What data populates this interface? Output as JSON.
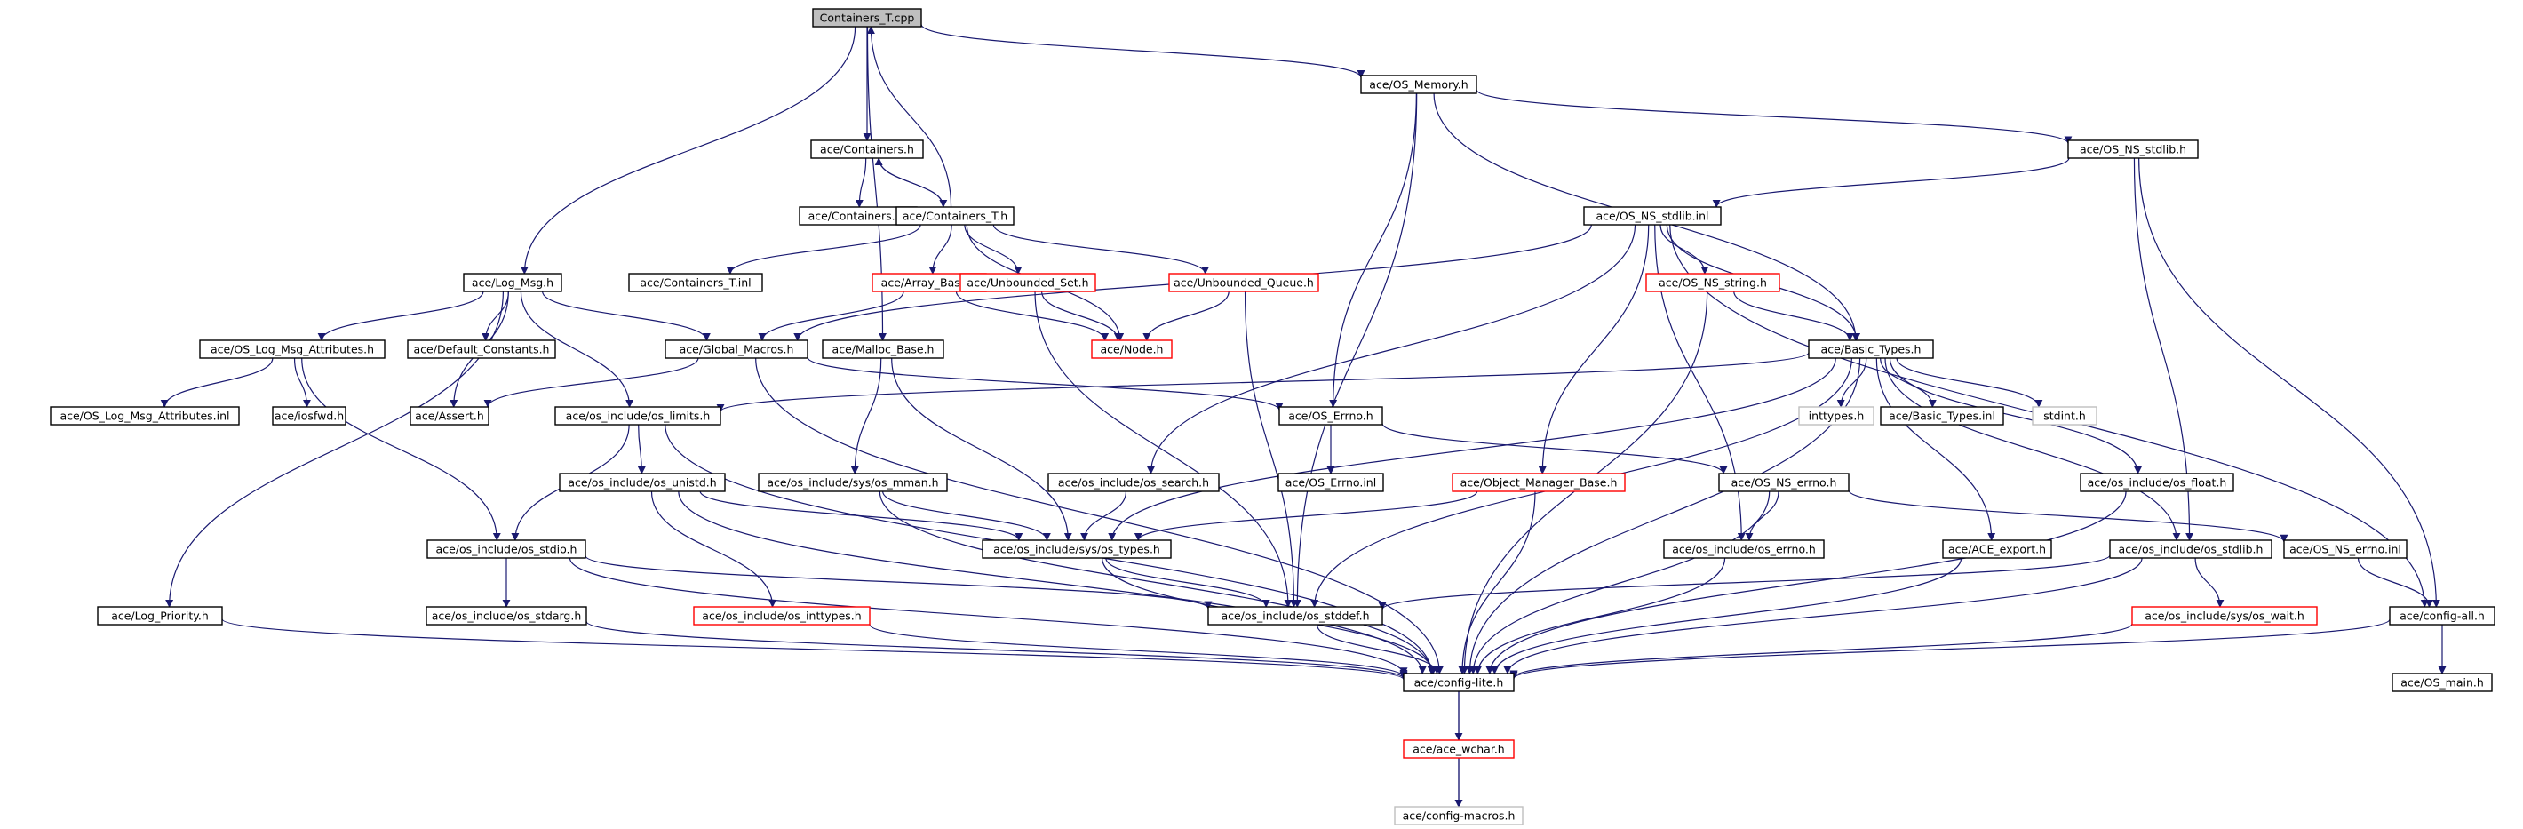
{
  "colors": {
    "edge": "#191970",
    "root_fill": "#bfbfbf",
    "normal_border": "#000000",
    "truncated_border": "#ff0000",
    "external_border": "#bfbfbf",
    "background": "#ffffff"
  },
  "nodes": [
    {
      "id": "containers_t_cpp",
      "label": "Containers_T.cpp",
      "kind": "root"
    },
    {
      "id": "os_memory_h",
      "label": "ace/OS_Memory.h",
      "kind": "normal"
    },
    {
      "id": "containers_h",
      "label": "ace/Containers.h",
      "kind": "normal"
    },
    {
      "id": "os_ns_stdlib_h",
      "label": "ace/OS_NS_stdlib.h",
      "kind": "normal"
    },
    {
      "id": "containers_inl",
      "label": "ace/Containers.inl",
      "kind": "normal"
    },
    {
      "id": "containers_t_h",
      "label": "ace/Containers_T.h",
      "kind": "normal"
    },
    {
      "id": "os_ns_stdlib_inl",
      "label": "ace/OS_NS_stdlib.inl",
      "kind": "normal"
    },
    {
      "id": "log_msg_h",
      "label": "ace/Log_Msg.h",
      "kind": "normal"
    },
    {
      "id": "containers_t_inl",
      "label": "ace/Containers_T.inl",
      "kind": "normal"
    },
    {
      "id": "array_base_h",
      "label": "ace/Array_Base.h",
      "kind": "truncated"
    },
    {
      "id": "unbounded_set_h",
      "label": "ace/Unbounded_Set.h",
      "kind": "truncated"
    },
    {
      "id": "unbounded_queue_h",
      "label": "ace/Unbounded_Queue.h",
      "kind": "truncated"
    },
    {
      "id": "os_ns_string_h",
      "label": "ace/OS_NS_string.h",
      "kind": "truncated"
    },
    {
      "id": "os_log_msg_attributes_h",
      "label": "ace/OS_Log_Msg_Attributes.h",
      "kind": "normal"
    },
    {
      "id": "default_constants_h",
      "label": "ace/Default_Constants.h",
      "kind": "normal"
    },
    {
      "id": "global_macros_h",
      "label": "ace/Global_Macros.h",
      "kind": "normal"
    },
    {
      "id": "malloc_base_h",
      "label": "ace/Malloc_Base.h",
      "kind": "normal"
    },
    {
      "id": "node_h",
      "label": "ace/Node.h",
      "kind": "truncated"
    },
    {
      "id": "basic_types_h",
      "label": "ace/Basic_Types.h",
      "kind": "normal"
    },
    {
      "id": "os_log_msg_attributes_inl",
      "label": "ace/OS_Log_Msg_Attributes.inl",
      "kind": "normal"
    },
    {
      "id": "iosfwd_h",
      "label": "ace/iosfwd.h",
      "kind": "normal"
    },
    {
      "id": "assert_h",
      "label": "ace/Assert.h",
      "kind": "normal"
    },
    {
      "id": "os_limits_h",
      "label": "ace/os_include/os_limits.h",
      "kind": "normal"
    },
    {
      "id": "os_errno_h",
      "label": "ace/OS_Errno.h",
      "kind": "normal"
    },
    {
      "id": "inttypes_h",
      "label": "inttypes.h",
      "kind": "external"
    },
    {
      "id": "basic_types_inl",
      "label": "ace/Basic_Types.inl",
      "kind": "normal"
    },
    {
      "id": "stdint_h",
      "label": "stdint.h",
      "kind": "external"
    },
    {
      "id": "os_unistd_h",
      "label": "ace/os_include/os_unistd.h",
      "kind": "normal"
    },
    {
      "id": "os_mman_h",
      "label": "ace/os_include/sys/os_mman.h",
      "kind": "normal"
    },
    {
      "id": "os_search_h",
      "label": "ace/os_include/os_search.h",
      "kind": "normal"
    },
    {
      "id": "os_errno_inl",
      "label": "ace/OS_Errno.inl",
      "kind": "normal"
    },
    {
      "id": "object_manager_base_h",
      "label": "ace/Object_Manager_Base.h",
      "kind": "truncated"
    },
    {
      "id": "os_ns_errno_h",
      "label": "ace/OS_NS_errno.h",
      "kind": "normal"
    },
    {
      "id": "os_float_h",
      "label": "ace/os_include/os_float.h",
      "kind": "normal"
    },
    {
      "id": "os_stdio_h",
      "label": "ace/os_include/os_stdio.h",
      "kind": "normal"
    },
    {
      "id": "os_types_h",
      "label": "ace/os_include/sys/os_types.h",
      "kind": "normal"
    },
    {
      "id": "os_errno_inc_h",
      "label": "ace/os_include/os_errno.h",
      "kind": "normal"
    },
    {
      "id": "ace_export_h",
      "label": "ace/ACE_export.h",
      "kind": "normal"
    },
    {
      "id": "os_stdlib_inc_h",
      "label": "ace/os_include/os_stdlib.h",
      "kind": "normal"
    },
    {
      "id": "os_ns_errno_inl",
      "label": "ace/OS_NS_errno.inl",
      "kind": "normal"
    },
    {
      "id": "log_priority_h",
      "label": "ace/Log_Priority.h",
      "kind": "normal"
    },
    {
      "id": "os_stdarg_h",
      "label": "ace/os_include/os_stdarg.h",
      "kind": "normal"
    },
    {
      "id": "os_inttypes_h",
      "label": "ace/os_include/os_inttypes.h",
      "kind": "truncated"
    },
    {
      "id": "os_stddef_h",
      "label": "ace/os_include/os_stddef.h",
      "kind": "normal"
    },
    {
      "id": "os_wait_h",
      "label": "ace/os_include/sys/os_wait.h",
      "kind": "truncated"
    },
    {
      "id": "config_all_h",
      "label": "ace/config-all.h",
      "kind": "normal"
    },
    {
      "id": "config_lite_h",
      "label": "ace/config-lite.h",
      "kind": "normal"
    },
    {
      "id": "os_main_h",
      "label": "ace/OS_main.h",
      "kind": "normal"
    },
    {
      "id": "ace_wchar_h",
      "label": "ace/ace_wchar.h",
      "kind": "truncated"
    },
    {
      "id": "config_macros_h",
      "label": "ace/config-macros.h",
      "kind": "external"
    }
  ],
  "edges": [
    [
      "containers_t_cpp",
      "os_memory_h"
    ],
    [
      "containers_t_cpp",
      "containers_h"
    ],
    [
      "containers_t_cpp",
      "log_msg_h"
    ],
    [
      "containers_t_cpp",
      "malloc_base_h"
    ],
    [
      "containers_t_h",
      "containers_t_cpp"
    ],
    [
      "containers_h",
      "containers_inl"
    ],
    [
      "containers_h",
      "containers_t_h"
    ],
    [
      "containers_t_h",
      "containers_h"
    ],
    [
      "containers_t_h",
      "containers_t_inl"
    ],
    [
      "containers_t_h",
      "array_base_h"
    ],
    [
      "containers_t_h",
      "unbounded_set_h"
    ],
    [
      "containers_t_h",
      "unbounded_queue_h"
    ],
    [
      "containers_t_h",
      "node_h"
    ],
    [
      "os_memory_h",
      "os_ns_stdlib_h"
    ],
    [
      "os_memory_h",
      "basic_types_h"
    ],
    [
      "os_memory_h",
      "os_errno_h"
    ],
    [
      "os_memory_h",
      "os_stddef_h"
    ],
    [
      "os_ns_stdlib_h",
      "os_ns_stdlib_inl"
    ],
    [
      "os_ns_stdlib_h",
      "os_stdlib_inc_h"
    ],
    [
      "os_ns_stdlib_h",
      "config_all_h"
    ],
    [
      "os_ns_stdlib_inl",
      "os_ns_string_h"
    ],
    [
      "os_ns_stdlib_inl",
      "basic_types_h"
    ],
    [
      "os_ns_stdlib_inl",
      "global_macros_h"
    ],
    [
      "os_ns_stdlib_inl",
      "config_all_h"
    ],
    [
      "os_ns_stdlib_inl",
      "os_search_h"
    ],
    [
      "os_ns_stdlib_inl",
      "object_manager_base_h"
    ],
    [
      "os_ns_stdlib_inl",
      "os_errno_inc_h"
    ],
    [
      "os_ns_string_h",
      "basic_types_h"
    ],
    [
      "os_ns_string_h",
      "config_lite_h"
    ],
    [
      "array_base_h",
      "global_macros_h"
    ],
    [
      "array_base_h",
      "node_h"
    ],
    [
      "unbounded_set_h",
      "node_h"
    ],
    [
      "unbounded_set_h",
      "os_stddef_h"
    ],
    [
      "unbounded_queue_h",
      "node_h"
    ],
    [
      "unbounded_queue_h",
      "os_stddef_h"
    ],
    [
      "log_msg_h",
      "os_log_msg_attributes_h"
    ],
    [
      "log_msg_h",
      "default_constants_h"
    ],
    [
      "log_msg_h",
      "global_macros_h"
    ],
    [
      "log_msg_h",
      "assert_h"
    ],
    [
      "log_msg_h",
      "os_limits_h"
    ],
    [
      "log_msg_h",
      "log_priority_h"
    ],
    [
      "os_log_msg_attributes_h",
      "os_log_msg_attributes_inl"
    ],
    [
      "os_log_msg_attributes_h",
      "iosfwd_h"
    ],
    [
      "os_log_msg_attributes_h",
      "os_stdio_h"
    ],
    [
      "global_macros_h",
      "assert_h"
    ],
    [
      "global_macros_h",
      "os_errno_h"
    ],
    [
      "global_macros_h",
      "config_lite_h"
    ],
    [
      "malloc_base_h",
      "os_mman_h"
    ],
    [
      "malloc_base_h",
      "os_types_h"
    ],
    [
      "basic_types_h",
      "os_limits_h"
    ],
    [
      "basic_types_h",
      "inttypes_h"
    ],
    [
      "basic_types_h",
      "basic_types_inl"
    ],
    [
      "basic_types_h",
      "stdint_h"
    ],
    [
      "basic_types_h",
      "os_float_h"
    ],
    [
      "basic_types_h",
      "ace_export_h"
    ],
    [
      "basic_types_h",
      "os_stdlib_inc_h"
    ],
    [
      "basic_types_h",
      "os_types_h"
    ],
    [
      "basic_types_h",
      "os_stddef_h"
    ],
    [
      "basic_types_h",
      "config_lite_h"
    ],
    [
      "os_limits_h",
      "os_unistd_h"
    ],
    [
      "os_limits_h",
      "os_stdio_h"
    ],
    [
      "os_limits_h",
      "config_lite_h"
    ],
    [
      "os_errno_h",
      "os_errno_inl"
    ],
    [
      "os_errno_h",
      "os_ns_errno_h"
    ],
    [
      "os_unistd_h",
      "os_types_h"
    ],
    [
      "os_unistd_h",
      "os_inttypes_h"
    ],
    [
      "os_unistd_h",
      "config_lite_h"
    ],
    [
      "os_mman_h",
      "os_types_h"
    ],
    [
      "os_mman_h",
      "config_lite_h"
    ],
    [
      "os_search_h",
      "os_types_h"
    ],
    [
      "object_manager_base_h",
      "os_types_h"
    ],
    [
      "object_manager_base_h",
      "config_lite_h"
    ],
    [
      "os_ns_errno_h",
      "os_errno_inc_h"
    ],
    [
      "os_ns_errno_h",
      "os_ns_errno_inl"
    ],
    [
      "os_ns_errno_h",
      "config_lite_h"
    ],
    [
      "os_float_h",
      "config_lite_h"
    ],
    [
      "os_stdio_h",
      "os_stdarg_h"
    ],
    [
      "os_stdio_h",
      "os_stddef_h"
    ],
    [
      "os_stdio_h",
      "config_lite_h"
    ],
    [
      "os_types_h",
      "os_stddef_h"
    ],
    [
      "os_types_h",
      "config_lite_h"
    ],
    [
      "os_errno_inc_h",
      "config_lite_h"
    ],
    [
      "ace_export_h",
      "config_lite_h"
    ],
    [
      "os_stdlib_inc_h",
      "os_stddef_h"
    ],
    [
      "os_stdlib_inc_h",
      "os_wait_h"
    ],
    [
      "os_stdlib_inc_h",
      "config_lite_h"
    ],
    [
      "os_ns_errno_inl",
      "config_all_h"
    ],
    [
      "log_priority_h",
      "config_lite_h"
    ],
    [
      "os_stdarg_h",
      "config_lite_h"
    ],
    [
      "os_inttypes_h",
      "config_lite_h"
    ],
    [
      "os_stddef_h",
      "config_lite_h"
    ],
    [
      "os_wait_h",
      "config_lite_h"
    ],
    [
      "config_all_h",
      "config_lite_h"
    ],
    [
      "config_all_h",
      "os_main_h"
    ],
    [
      "config_lite_h",
      "ace_wchar_h"
    ],
    [
      "config_lite_h",
      "config_macros_h"
    ],
    [
      "ace_wchar_h",
      "config_macros_h"
    ]
  ]
}
